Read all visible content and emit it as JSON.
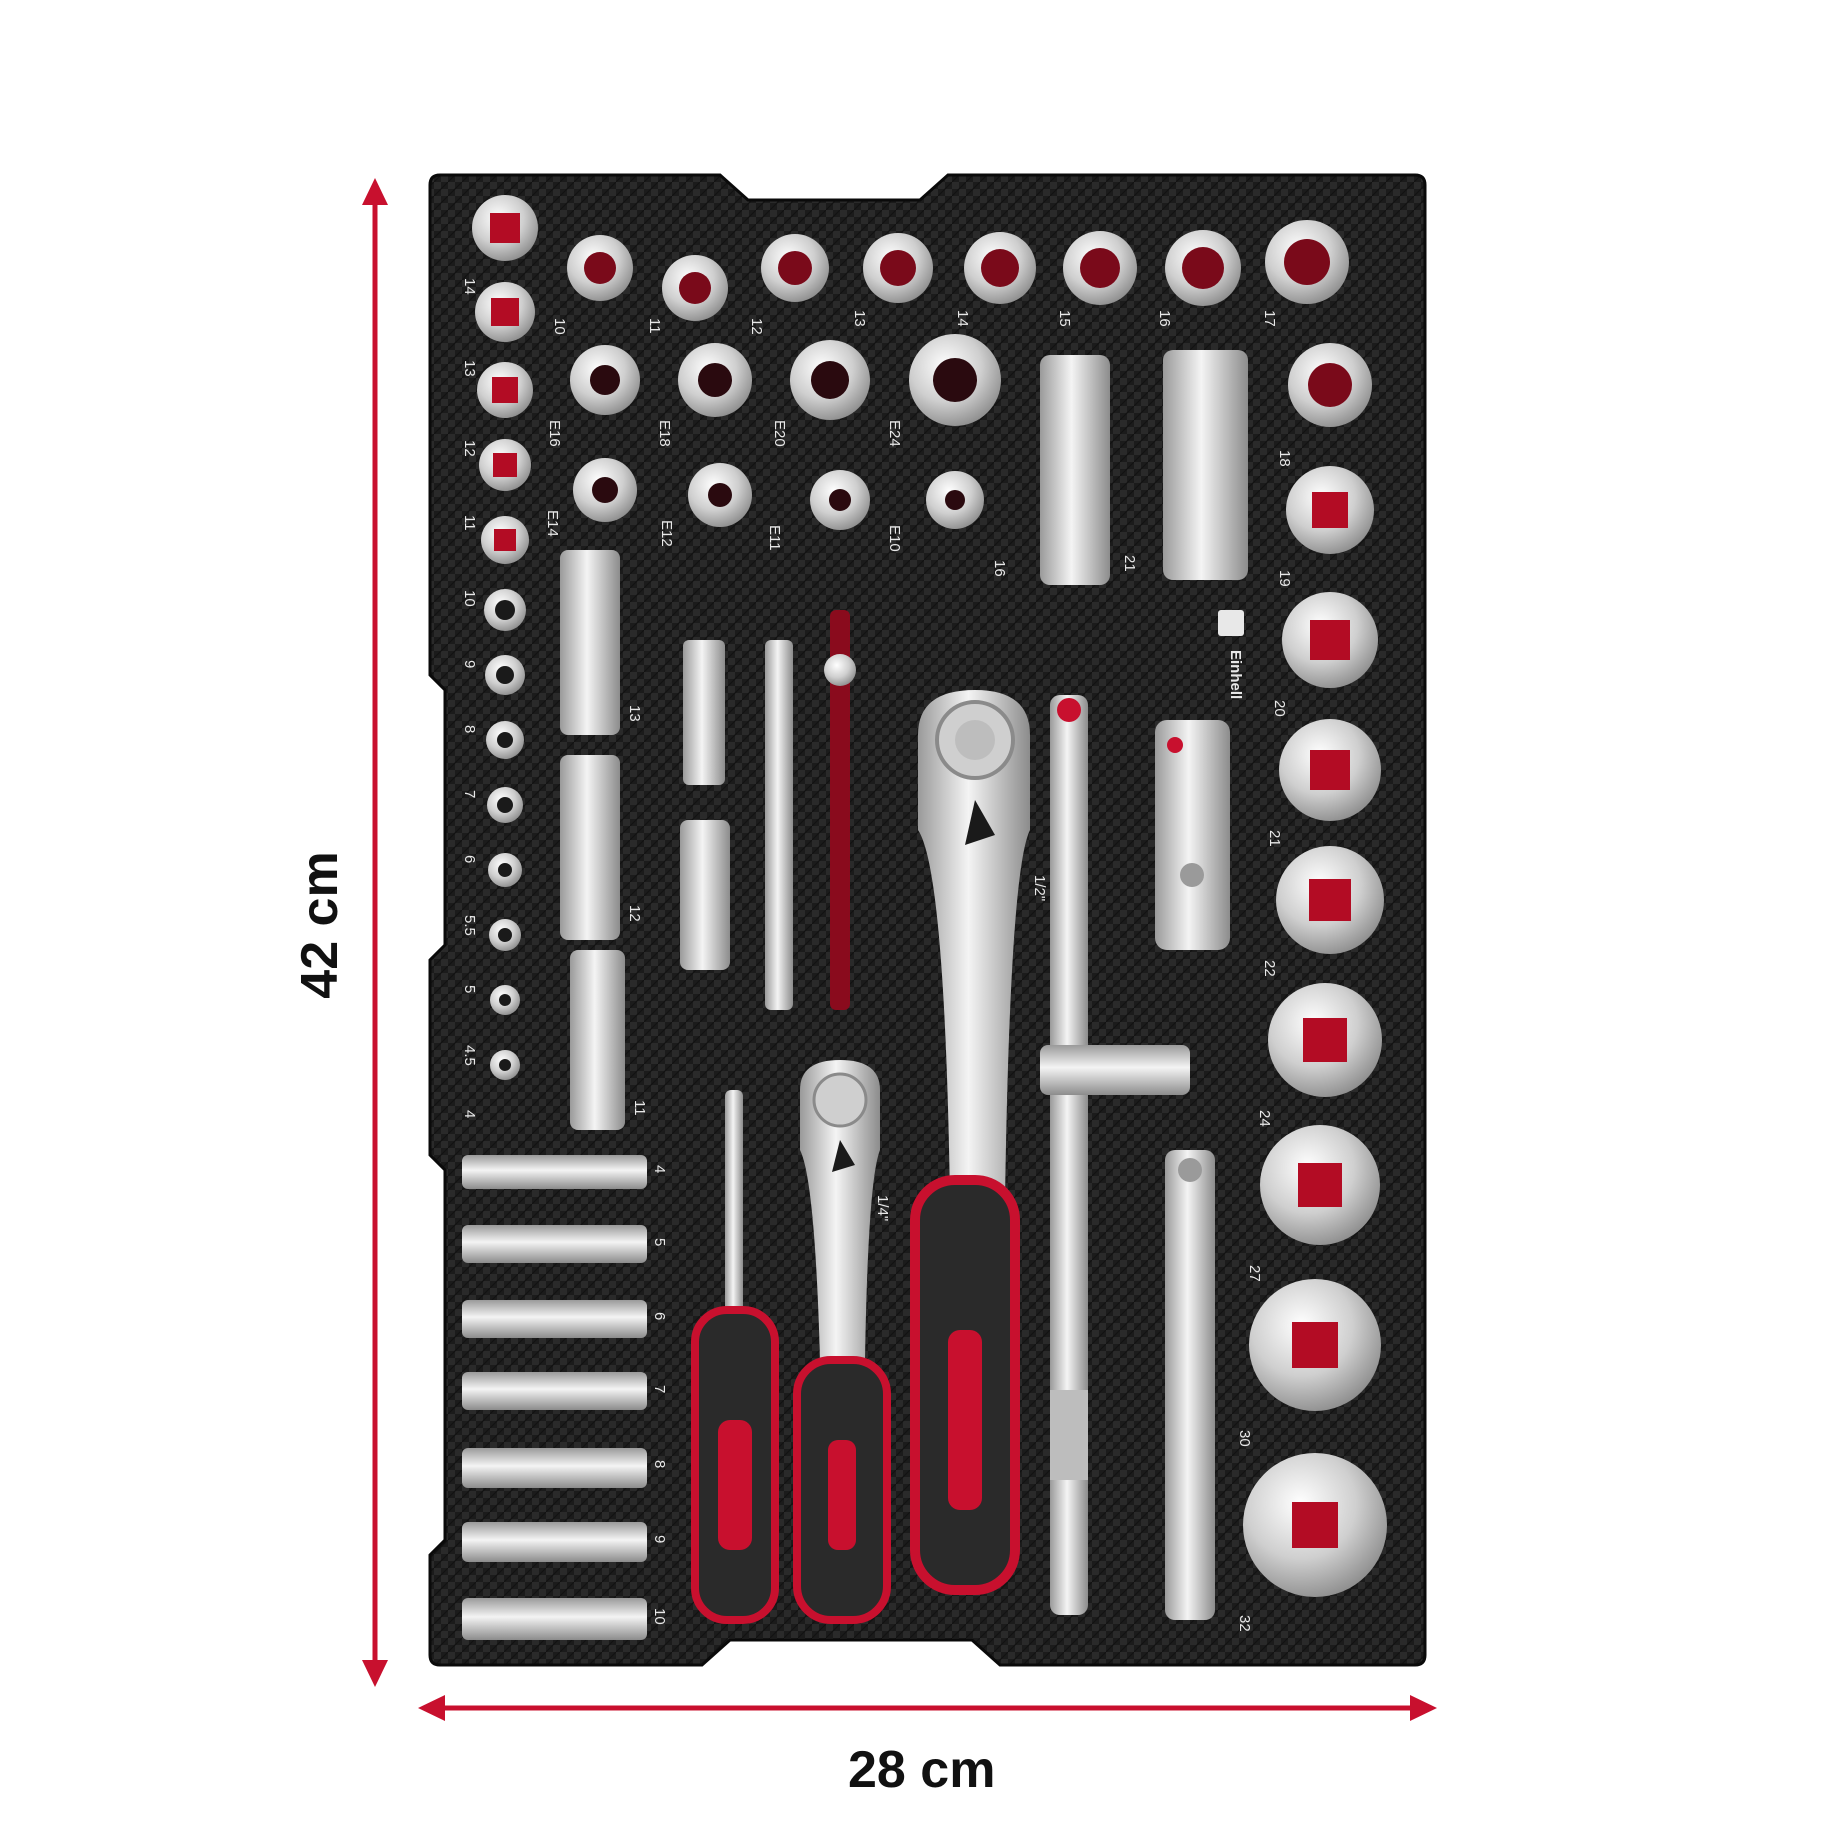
{
  "colors": {
    "accent_red": "#c8102e",
    "tray": "#1a1a1a",
    "chrome": "#d9d9d9"
  },
  "dimensions": {
    "width_label": "28 cm",
    "height_label": "42 cm"
  },
  "brand": "Einhell",
  "drive_labels": {
    "half_inch": "1/2\"",
    "quarter_inch": "1/4\""
  },
  "socket_labels": {
    "top_row": [
      "10",
      "11",
      "12",
      "13",
      "14",
      "15",
      "16",
      "17"
    ],
    "left_column": [
      "14",
      "13",
      "12",
      "11",
      "10",
      "9",
      "8",
      "7",
      "6",
      "5.5",
      "5",
      "4.5",
      "4"
    ],
    "torx_upper": [
      "E16",
      "E18",
      "E20",
      "E24"
    ],
    "torx_lower": [
      "E14",
      "E12",
      "E11",
      "E10"
    ],
    "deep_half": [
      "16",
      "21"
    ],
    "right_column": [
      "18",
      "19",
      "20",
      "21",
      "22",
      "24",
      "27",
      "30",
      "32"
    ],
    "deep_middle": [
      "13",
      "12",
      "11"
    ],
    "small_deep": [
      "4",
      "5",
      "6",
      "7",
      "8",
      "9",
      "10"
    ]
  }
}
